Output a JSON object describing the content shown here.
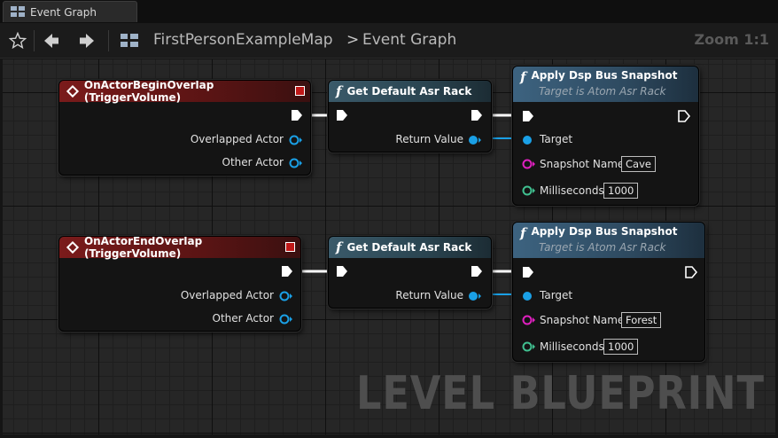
{
  "tab": {
    "label": "Event Graph",
    "icon": "graph-icon"
  },
  "toolbar": {
    "breadcrumb_map": "FirstPersonExampleMap",
    "breadcrumb_separator": ">",
    "breadcrumb_graph": "Event Graph",
    "zoom": "Zoom 1:1",
    "icons": [
      "star-icon",
      "back-arrow-icon",
      "forward-arrow-icon",
      "graph-icon"
    ]
  },
  "watermark": "LEVEL BLUEPRINT",
  "colors": {
    "event_header": "#7a1b1b",
    "pure_header": "#3a5a6a",
    "func_header": "#3d6380",
    "object_pin": "#1aa0e6",
    "string_pin": "#e020c0",
    "float_pin": "#40c090"
  },
  "graph": {
    "begin_row": {
      "event_node": {
        "title": "OnActorBeginOverlap (TriggerVolume)",
        "pins": [
          "Overlapped Actor",
          "Other Actor"
        ]
      },
      "getter_node": {
        "title": "Get Default Asr Rack",
        "output": "Return Value"
      },
      "apply_node": {
        "title": "Apply Dsp Bus Snapshot",
        "subtitle": "Target is Atom Asr Rack",
        "target_label": "Target",
        "snapshot_label": "Snapshot Name",
        "snapshot_value": "Cave",
        "ms_label": "Milliseconds",
        "ms_value": "1000"
      }
    },
    "end_row": {
      "event_node": {
        "title": "OnActorEndOverlap (TriggerVolume)",
        "pins": [
          "Overlapped Actor",
          "Other Actor"
        ]
      },
      "getter_node": {
        "title": "Get Default Asr Rack",
        "output": "Return Value"
      },
      "apply_node": {
        "title": "Apply Dsp Bus Snapshot",
        "subtitle": "Target is Atom Asr Rack",
        "target_label": "Target",
        "snapshot_label": "Snapshot Name",
        "snapshot_value": "Forest",
        "ms_label": "Milliseconds",
        "ms_value": "1000"
      }
    }
  }
}
